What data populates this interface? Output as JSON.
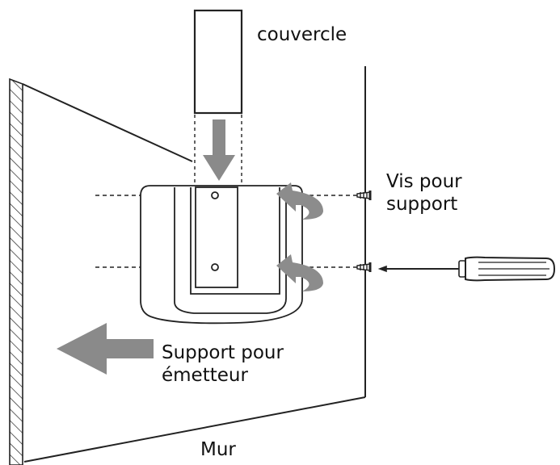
{
  "labels": {
    "cover": "couvercle",
    "screws_line1": "Vis pour",
    "screws_line2": "support",
    "holder_line1": "Support pour",
    "holder_line2": "émetteur",
    "wall": "Mur"
  },
  "colors": {
    "line": "#222222",
    "arrow": "#8a8a8a",
    "curved_arrow": "#8c8c8c",
    "holder_fill": "#ffffff",
    "screwdriver_handle": "#ffffff"
  },
  "icons": {
    "cover": "cover-block",
    "holder": "transmitter-holder",
    "screw": "screw-icon",
    "screwdriver": "screwdriver-icon",
    "wall": "hatched-wall",
    "arrow_down": "arrow-down-icon",
    "arrow_left": "arrow-left-icon",
    "curved_arrow": "curved-arrow-icon"
  }
}
